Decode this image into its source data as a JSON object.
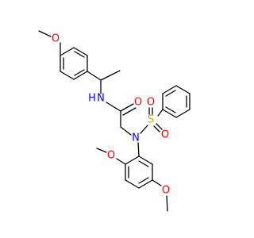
{
  "molecule": {
    "colors": {
      "bond": "#000000",
      "oxygen": "#ff0000",
      "nitrogen": "#0000ff",
      "sulfur": "#b8b800",
      "carbon": "#000000"
    },
    "atoms": {
      "o_methoxy_top": "O",
      "n_amide": "N",
      "h_amide": "H",
      "o_carbonyl": "O",
      "n_sulfonamide": "N",
      "s_sulfonyl": "S",
      "o_sulfonyl_upper": "O",
      "o_sulfonyl_lower": "O",
      "o_methoxy_ortho": "O",
      "o_methoxy_meta": "O"
    }
  }
}
